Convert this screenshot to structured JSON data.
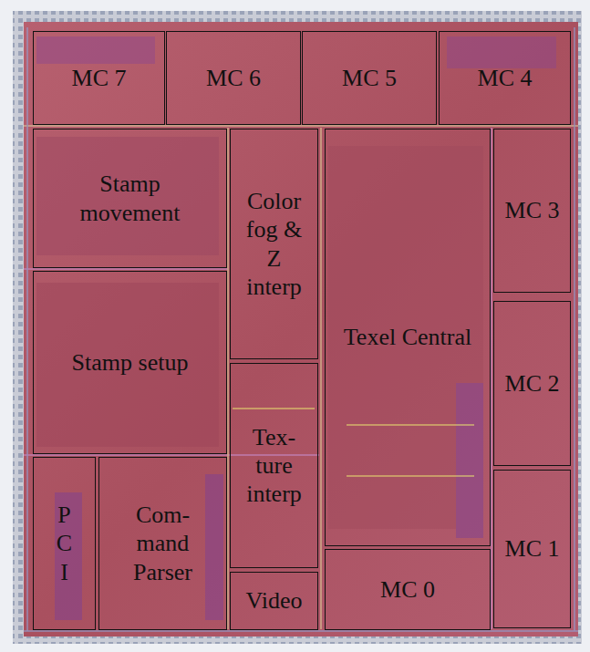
{
  "diagram": {
    "nodes": [
      {
        "text": [
          "MC 7"
        ]
      },
      {
        "text": [
          "MC 6"
        ]
      },
      {
        "text": [
          "MC 5"
        ]
      },
      {
        "text": [
          "MC 4"
        ]
      },
      {
        "text": [
          "Stamp movement"
        ]
      },
      {
        "text": [
          "Color fog & Z interp"
        ]
      },
      {
        "text": [
          "Texel Central"
        ]
      },
      {
        "text": [
          "MC 3"
        ]
      },
      {
        "text": [
          "Stamp setup"
        ]
      },
      {
        "text": [
          "MC 2"
        ]
      },
      {
        "text": [
          "Tex- ture interp"
        ]
      },
      {
        "text": [
          "P C I"
        ]
      },
      {
        "text": [
          "Com- mand Parser"
        ]
      },
      {
        "text": [
          "MC 1"
        ]
      },
      {
        "text": [
          "Video"
        ]
      },
      {
        "text": [
          "MC 0"
        ]
      }
    ]
  }
}
